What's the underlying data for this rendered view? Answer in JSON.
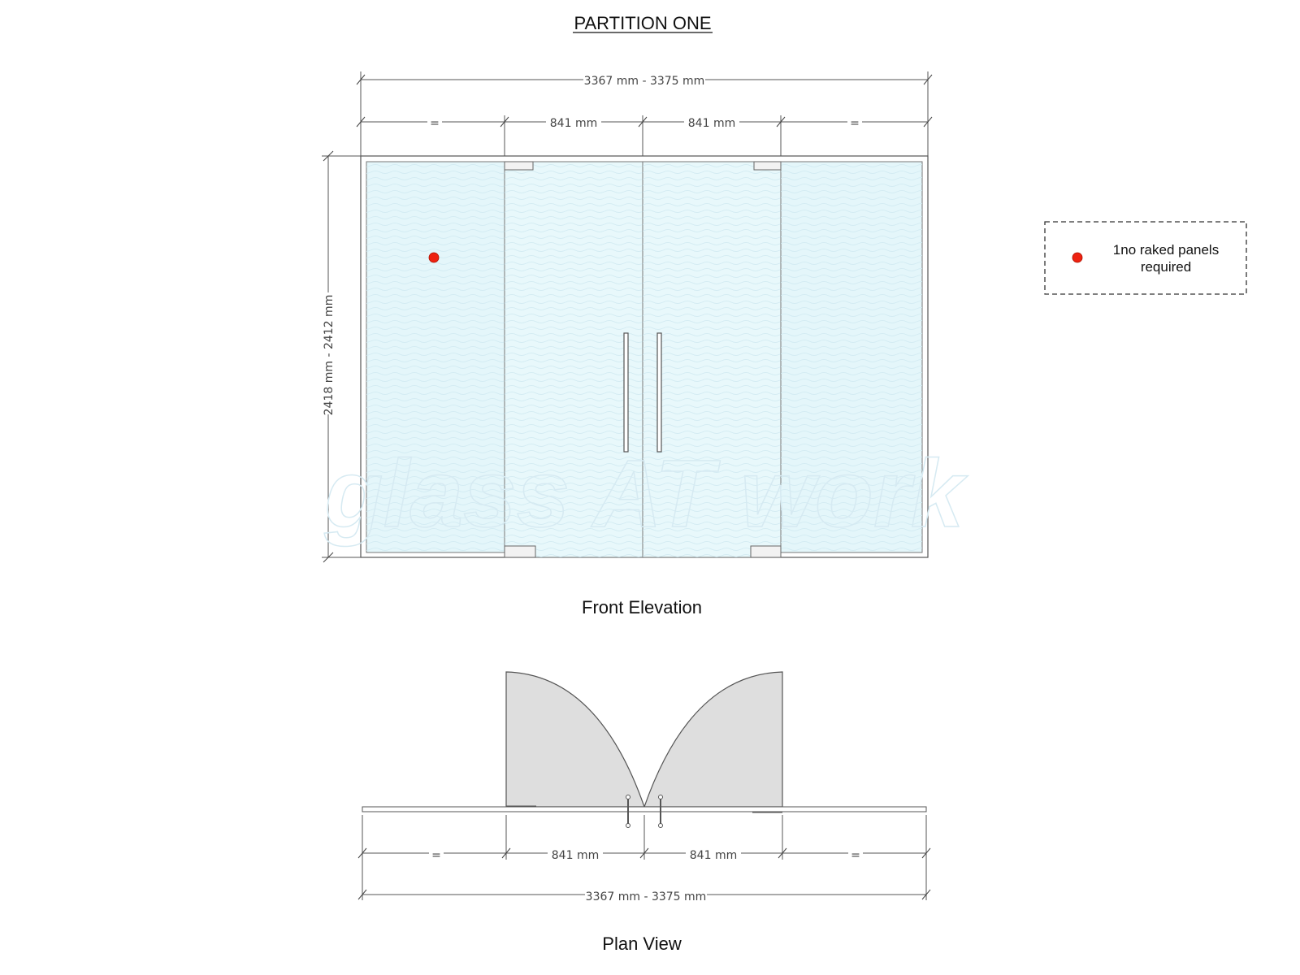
{
  "title": "PARTITION ONE",
  "front_elevation": {
    "caption": "Front Elevation",
    "overall_width": "3367 mm - 3375 mm",
    "height": "2418 mm - 2412 mm",
    "segments": [
      "=",
      "841 mm",
      "841 mm",
      "="
    ],
    "watermark": "glass AT work"
  },
  "legend": {
    "text_line1": "1no raked panels",
    "text_line2": "required",
    "marker_color": "#ee2211"
  },
  "plan_view": {
    "caption": "Plan View",
    "overall_width": "3367 mm - 3375 mm",
    "segments": [
      "=",
      "841 mm",
      "841 mm",
      "="
    ]
  },
  "colors": {
    "glass": "#e4f6fa",
    "door_swing": "#dedede",
    "marker": "#ee2211"
  }
}
